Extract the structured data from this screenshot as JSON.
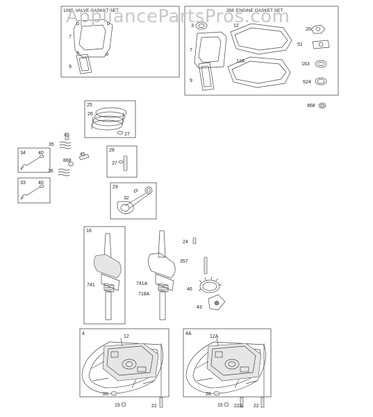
{
  "watermark": "AppliancePartsPros.com",
  "kits": {
    "valve_gasket_set": {
      "number": "1095",
      "title": "VALVE GASKET SET",
      "items": [
        "7",
        "9"
      ]
    },
    "engine_gasket_set": {
      "number": "358",
      "title": "ENGINE GASKET SET",
      "items": [
        "3",
        "12",
        "7",
        "12A",
        "9",
        "20",
        "51",
        "163",
        "524"
      ]
    }
  },
  "standalone_parts": [
    "868"
  ],
  "groups": {
    "piston": {
      "box": "25",
      "parts": [
        "26",
        "27"
      ]
    },
    "pin": {
      "box": "28",
      "parts": [
        "27"
      ]
    },
    "rod": {
      "box": "29",
      "parts": [
        "32"
      ]
    },
    "crankshaft": {
      "box": "16",
      "parts": [
        "741"
      ]
    },
    "intake_valve": {
      "box": "34",
      "parts": [
        "40"
      ]
    },
    "exhaust_valve": {
      "box": "33",
      "parts": [
        "40"
      ]
    },
    "sump": {
      "box": "4",
      "parts": [
        "12",
        "20",
        "15",
        "22"
      ]
    },
    "sump_alt": {
      "box": "4A",
      "parts": [
        "12A",
        "20",
        "15",
        "22A",
        "22"
      ]
    }
  },
  "loose_labels": [
    "45",
    "35",
    "45",
    "868",
    "36",
    "24",
    "357",
    "741A",
    "718A",
    "46",
    "43"
  ]
}
